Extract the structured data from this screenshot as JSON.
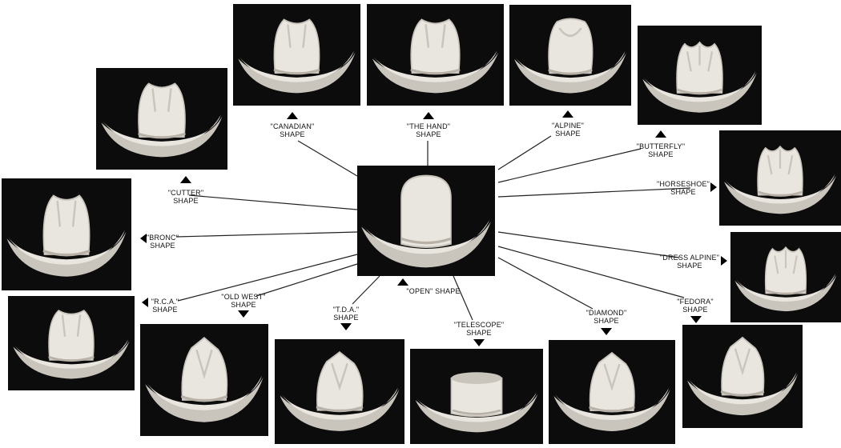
{
  "center": {
    "label_line1": "\"OPEN\" SHAPE"
  },
  "shapes": [
    {
      "id": "canadian",
      "line1": "\"CANADIAN\"",
      "line2": "SHAPE",
      "crown": "pinch"
    },
    {
      "id": "the-hand",
      "line1": "\"THE HAND\"",
      "line2": "SHAPE",
      "crown": "pinch"
    },
    {
      "id": "alpine",
      "line1": "\"ALPINE\"",
      "line2": "SHAPE",
      "crown": "alpine"
    },
    {
      "id": "butterfly",
      "line1": "\"BUTTERFLY\"",
      "line2": "SHAPE",
      "crown": "butterfly"
    },
    {
      "id": "horseshoe",
      "line1": "\"HORSESHOE\"",
      "line2": "SHAPE",
      "crown": "butterfly"
    },
    {
      "id": "dress-alpine",
      "line1": "\"DRESS ALPINE\"",
      "line2": "SHAPE",
      "crown": "butterfly"
    },
    {
      "id": "fedora",
      "line1": "\"FEDORA\"",
      "line2": "SHAPE",
      "crown": "diamond"
    },
    {
      "id": "diamond",
      "line1": "\"DIAMOND\"",
      "line2": "SHAPE",
      "crown": "diamond"
    },
    {
      "id": "telescope",
      "line1": "\"TELESCOPE\"",
      "line2": "SHAPE",
      "crown": "flat"
    },
    {
      "id": "tda",
      "line1": "\"T.D.A.\"",
      "line2": "SHAPE",
      "crown": "diamond"
    },
    {
      "id": "old-west",
      "line1": "\"OLD WEST\"",
      "line2": "SHAPE",
      "crown": "diamond"
    },
    {
      "id": "rca",
      "line1": "\"R.C.A.\"",
      "line2": "SHAPE",
      "crown": "pinch"
    },
    {
      "id": "bronc",
      "line1": "\"BRONC\"",
      "line2": "SHAPE",
      "crown": "pinch"
    },
    {
      "id": "cutter",
      "line1": "\"CUTTER\"",
      "line2": "SHAPE",
      "crown": "pinch"
    },
    {
      "id": "cattleman",
      "line1": "",
      "line2": "",
      "crown": "pinch"
    }
  ],
  "colors": {
    "photo_bg": "#0c0c0c",
    "felt": "#e9e5df",
    "felt_shade": "#c9c4bc",
    "ink": "#111111"
  }
}
